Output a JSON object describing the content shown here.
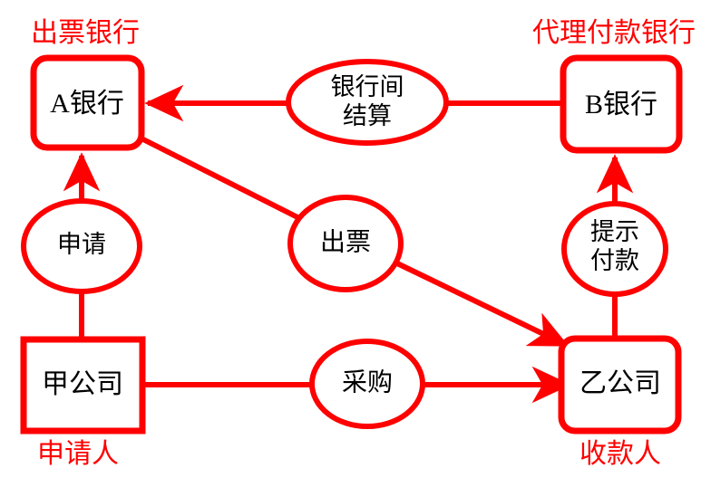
{
  "diagram": {
    "title_visible": false,
    "colors": {
      "accent": "#FF0000",
      "text": "#000000",
      "background": "#FFFFFF"
    },
    "role_labels": {
      "issuing_bank": "出票银行",
      "paying_agent_bank": "代理付款银行",
      "applicant": "申请人",
      "payee": "收款人"
    },
    "nodes": {
      "bank_a": "A银行",
      "bank_b": "B银行",
      "company_a": "甲公司",
      "company_b": "乙公司",
      "interbank_settlement_line1": "银行间",
      "interbank_settlement_line2": "结算",
      "application": "申请",
      "issuance": "出票",
      "presentation_line1": "提示",
      "presentation_line2": "付款",
      "purchase": "采购"
    },
    "edges": [
      {
        "id": "edge-application-to-bank-a",
        "from": "申请",
        "to": "A银行",
        "arrow": true
      },
      {
        "id": "edge-company-a-to-application",
        "from": "甲公司",
        "to": "申请",
        "arrow": false
      },
      {
        "id": "edge-bank-a-to-issuance",
        "from": "A银行",
        "to": "出票",
        "arrow": false
      },
      {
        "id": "edge-issuance-to-company-b",
        "from": "出票",
        "to": "乙公司",
        "arrow": true
      },
      {
        "id": "edge-interbank-to-bank-a",
        "from": "银行间结算",
        "to": "A银行",
        "arrow": true
      },
      {
        "id": "edge-bank-b-to-interbank",
        "from": "B银行",
        "to": "银行间结算",
        "arrow": false
      },
      {
        "id": "edge-presentation-to-bank-b",
        "from": "提示付款",
        "to": "B银行",
        "arrow": true
      },
      {
        "id": "edge-company-b-to-presentation",
        "from": "乙公司",
        "to": "提示付款",
        "arrow": false
      },
      {
        "id": "edge-company-a-to-purchase",
        "from": "甲公司",
        "to": "采购",
        "arrow": false
      },
      {
        "id": "edge-purchase-to-company-b",
        "from": "采购",
        "to": "乙公司",
        "arrow": true
      }
    ]
  }
}
